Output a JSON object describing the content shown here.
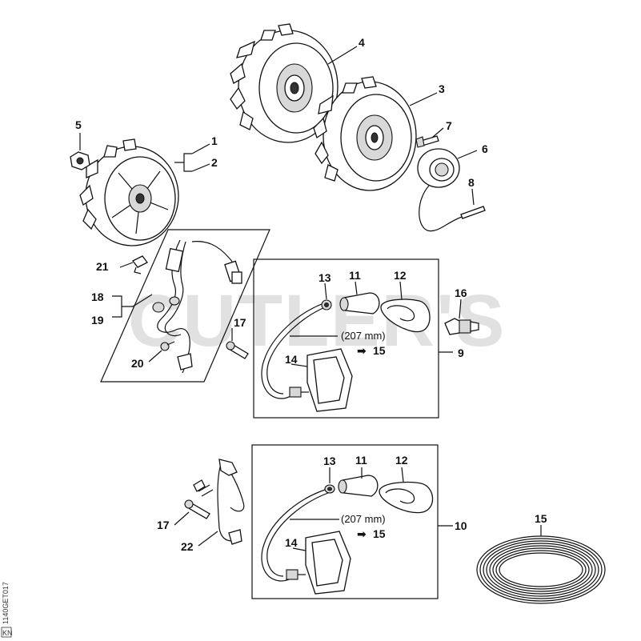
{
  "watermark": "CUTLER'S",
  "drawing_code": "1140GET017",
  "drawing_code_box": "KN",
  "callouts": {
    "n1": "1",
    "n2": "2",
    "n3": "3",
    "n4": "4",
    "n5": "5",
    "n6": "6",
    "n7": "7",
    "n8": "8",
    "n9": "9",
    "n10": "10",
    "n11a": "11",
    "n11b": "11",
    "n12a": "12",
    "n12b": "12",
    "n13a": "13",
    "n13b": "13",
    "n14a": "14",
    "n14b": "14",
    "n15": "15",
    "n16": "16",
    "n17a": "17",
    "n17b": "17",
    "n18": "18",
    "n19": "19",
    "n20": "20",
    "n21": "21",
    "n22": "22"
  },
  "notes": {
    "length_a": "(207 mm)",
    "ref_a": "15",
    "length_b": "(207 mm)",
    "ref_b": "15"
  }
}
